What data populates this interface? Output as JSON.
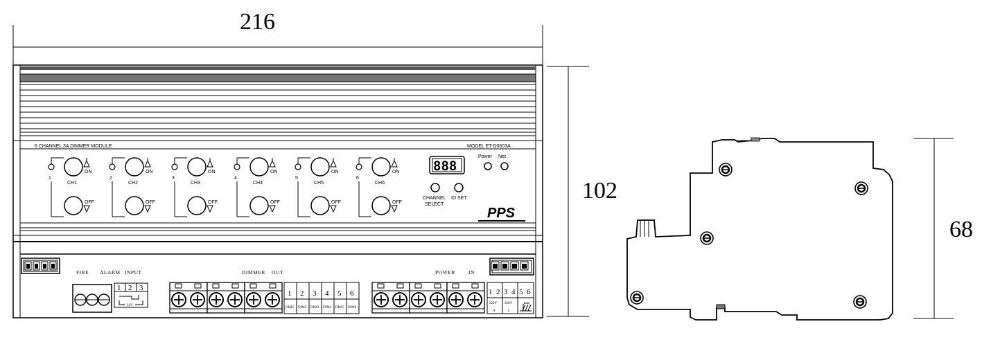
{
  "dimensions": {
    "width": "216",
    "height_front": "102",
    "height_side": "68"
  },
  "module": {
    "title": "6 CHANNEL 3A DIMMER MODULE",
    "model": "MODEL ET-D0603A",
    "brand": "PPS",
    "display": "888",
    "channels": [
      {
        "number": "1",
        "label": "CH1"
      },
      {
        "number": "2",
        "label": "CH2"
      },
      {
        "number": "3",
        "label": "CH3"
      },
      {
        "number": "4",
        "label": "CH4"
      },
      {
        "number": "5",
        "label": "CH5"
      },
      {
        "number": "6",
        "label": "CH6"
      }
    ],
    "on_label": "ON",
    "off_label": "OFF",
    "power_led": "Power",
    "net_led": "Net",
    "channel_select_1": "CHANNEL",
    "channel_select_2": "SELECT",
    "id_set": "ID SET"
  },
  "terminals": {
    "fire_alarm_input": [
      "FIRE",
      "ALARM",
      "INPUT"
    ],
    "fire_terminals": [
      "1",
      "2",
      "3"
    ],
    "fire_voltage": "24V",
    "dimmer_out": [
      "DIMMER",
      "OUT"
    ],
    "dimmer_numbers": [
      "1",
      "2",
      "3",
      "4",
      "5",
      "6"
    ],
    "dimmer_sub": [
      "DIM1",
      "DIM2",
      "DIM3",
      "DIM4",
      "DIM5",
      "DIM6"
    ],
    "power_in": [
      "POWER",
      "IN"
    ],
    "power_numbers": [
      "1",
      "2",
      "3",
      "4",
      "5",
      "6"
    ],
    "power_sub": [
      "220V",
      "220V"
    ],
    "power_nl": [
      "N",
      "L"
    ]
  }
}
